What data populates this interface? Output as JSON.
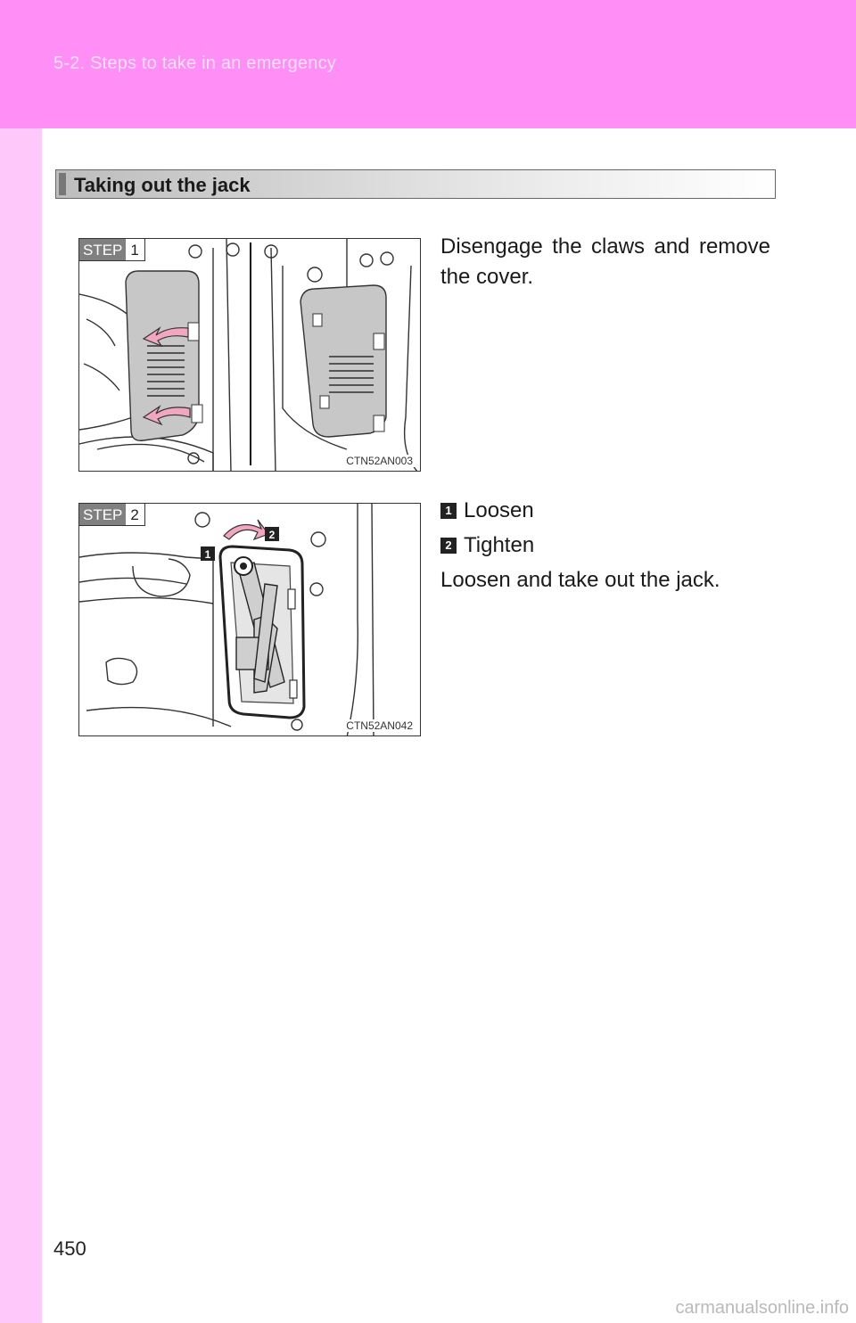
{
  "header": {
    "section": "5-2. Steps to take in an emergency"
  },
  "section": {
    "title": "Taking out the jack"
  },
  "steps": [
    {
      "badge_word": "STEP",
      "badge_num": "1",
      "figure_code": "CTN52AN003",
      "text": "Disengage the claws and remove the cover."
    },
    {
      "badge_word": "STEP",
      "badge_num": "2",
      "figure_code": "CTN52AN042",
      "callouts": [
        {
          "num": "1",
          "label": "Loosen"
        },
        {
          "num": "2",
          "label": "Tighten"
        }
      ],
      "text": "Loosen and take out the jack."
    }
  ],
  "footer": {
    "page_number": "450",
    "watermark": "carmanualsonline.info"
  },
  "colors": {
    "header": "#ff8ef7",
    "side": "#ffc8fb",
    "arrow": "#f2a6c0"
  }
}
